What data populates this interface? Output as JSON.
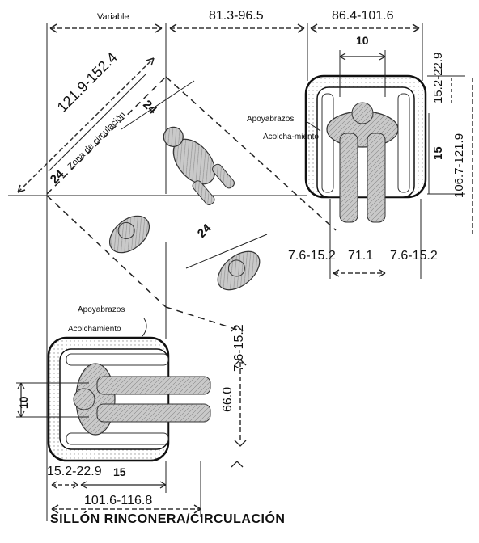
{
  "dimensions": {
    "top_variable": "Variable",
    "top_mid": "81.3-96.5",
    "top_right": "86.4-101.6",
    "seat_width_right": "10",
    "arm_back_top": "15.2-22.9",
    "diag_circ": "121.9-152.4",
    "zone_label": "Zona de circulación",
    "diag_24_a": "24",
    "diag_24_b": "24",
    "diag_24_c": "24",
    "right_depth": "15",
    "right_total": "106.7-121.9",
    "bottom_left_gap": "7.6-15.2",
    "bottom_seat": "71.1",
    "bottom_right_gap": "7.6-15.2",
    "lower_gap_vertical": "7.6-15.2",
    "lower_seat_vertical": "66.0",
    "lower_left_10": "10",
    "lower_arm": "15.2-22.9",
    "lower_15": "15",
    "lower_total": "101.6-116.8"
  },
  "labels": {
    "apoyabrazos_right": "Apoyabrazos",
    "acolchamiento_right": "Acolcha-miento",
    "apoyabrazos_lower": "Apoyabrazos",
    "acolchamiento_lower": "Acolchamiento"
  },
  "caption": "SILLÓN RINCONERA/CIRCULACIÓN"
}
